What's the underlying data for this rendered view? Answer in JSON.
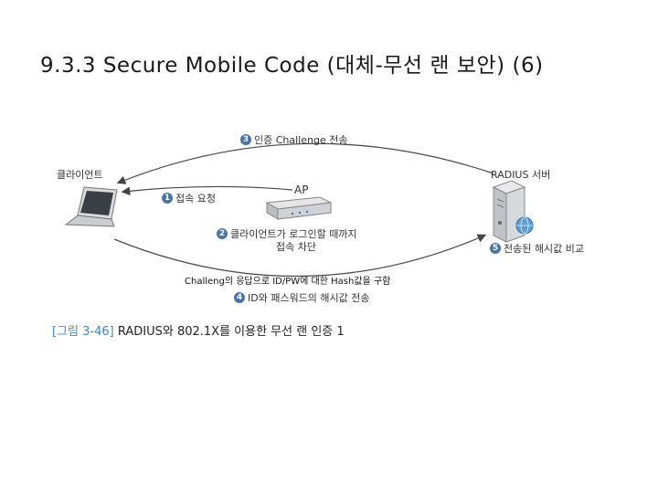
{
  "title": "9.3.3 Secure Mobile Code (대체-무선 랜 보안) (6)",
  "nodes": {
    "client": "클라이언트",
    "ap": "AP",
    "server": "RADIUS 서버"
  },
  "steps": [
    {
      "num": "1",
      "text": "접속 요청"
    },
    {
      "num": "2",
      "text": "클라이언트가 로그인할 때까지",
      "text2": "접속 차단"
    },
    {
      "num": "3",
      "text": "인증 Challenge 전송"
    },
    {
      "num": "4",
      "text": "ID와 패스워드의 해시값 전송"
    },
    {
      "num": "5",
      "text": "전송된 해시값 비교"
    }
  ],
  "note": "Challeng의 응답으로 ID/PW에 대한 Hash값을 구함",
  "caption": {
    "figure": "[그림 3-46]",
    "text": "RADIUS와 802.1X를 이용한 무선 랜 인증 1"
  },
  "colors": {
    "step_badge": "#4a73a8",
    "caption_figure": "#3b88c8",
    "arrow": "#444444"
  }
}
